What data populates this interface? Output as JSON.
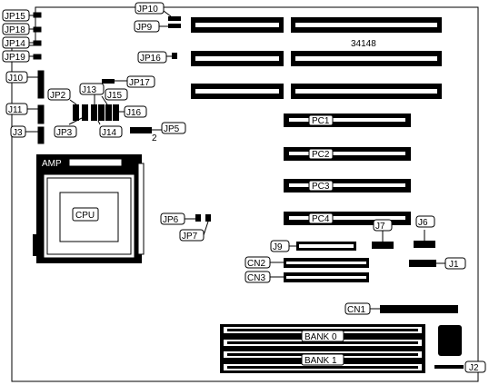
{
  "board_id": "34148",
  "jumpers": {
    "jp15": "JP15",
    "jp18": "JP18",
    "jp14": "JP14",
    "jp19": "JP19",
    "j10": "J10",
    "j11": "J11",
    "j3": "J3",
    "jp2": "JP2",
    "jp3": "JP3",
    "j13": "J13",
    "j15": "J15",
    "j16": "J16",
    "j14": "J14",
    "jp17": "JP17",
    "jp5": "JP5",
    "jp5_pin": "2",
    "jp10": "JP10",
    "jp9": "JP9",
    "jp16": "JP16",
    "jp6": "JP6",
    "jp7": "JP7"
  },
  "slots": {
    "pc1": "PC1",
    "pc2": "PC2",
    "pc3": "PC3",
    "pc4": "PC4"
  },
  "connectors": {
    "j7": "J7",
    "j6": "J6",
    "j9": "J9",
    "cn2": "CN2",
    "cn3": "CN3",
    "j1": "J1",
    "cn1": "CN1",
    "j2": "J2"
  },
  "cpu": {
    "socket_brand": "AMP",
    "label": "CPU"
  },
  "memory": {
    "bank0": "BANK 0",
    "bank1": "BANK 1"
  }
}
